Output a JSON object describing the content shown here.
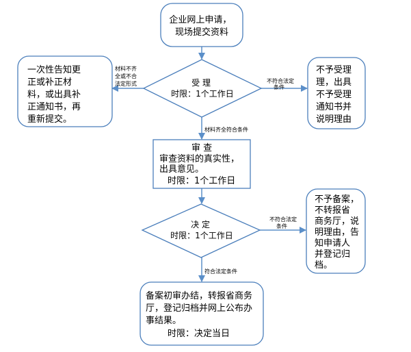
{
  "colors": {
    "box_fill": "#ffffff",
    "box_stroke": "#4a7ebb",
    "arrow": "#5b8fc9",
    "text": "#000000"
  },
  "nodes": {
    "start": [
      "企业网上申请，",
      "现场提交资料"
    ],
    "accept": [
      "受  理",
      "时限：1个工作日"
    ],
    "supplement": [
      "一次性告知更",
      "正或补正材",
      "料，或出具补",
      "正通知书，再",
      "重新提交。"
    ],
    "reject_accept": [
      "不予受理",
      "理，出具",
      "不予受理",
      "通知书并",
      "说明理由"
    ],
    "review": [
      "审  查",
      "审查资料的真实性，",
      "出具意见。",
      "时限：1个工作日"
    ],
    "decision": [
      "决  定",
      "时限：1个工作日"
    ],
    "reject_decision": [
      "不予备案，",
      "不转报省",
      "商务厅，说",
      "明理由，告",
      "知申请人",
      "并登记归",
      "档。"
    ],
    "final": [
      "备案初审办结，转报省商务",
      "厅，登记归档并网上公布办",
      "事结果。",
      "时限：决定当日"
    ]
  },
  "edges": {
    "left": [
      "材料不齐",
      "全或不合",
      "法定形式"
    ],
    "right_top": [
      "不符合法定",
      "条件"
    ],
    "down_accept": [
      "材料齐全符合条件"
    ],
    "right_bottom": [
      "不符合法定",
      "条件"
    ],
    "down_decision": [
      "符合法定条件"
    ]
  }
}
